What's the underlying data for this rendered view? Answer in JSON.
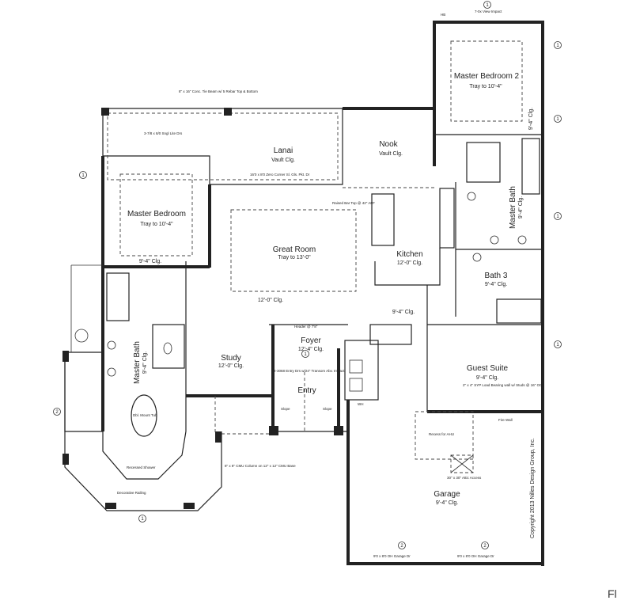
{
  "rooms": {
    "lanai": {
      "name": "Lanai",
      "ceiling": "Vault Clg."
    },
    "nook": {
      "name": "Nook",
      "ceiling": "Vault Clg."
    },
    "master_bedroom": {
      "name": "Master Bedroom",
      "ceiling": "Tray to 10'-4\"",
      "ceiling2": "9'-4\" Clg."
    },
    "master_bedroom_2": {
      "name": "Master Bedroom 2",
      "ceiling": "Tray to 10'-4\"",
      "ceiling2": "9'-4\" Clg."
    },
    "great_room": {
      "name": "Great Room",
      "ceiling": "Tray to 13'-0\"",
      "ceiling2": "12'-0\" Clg."
    },
    "kitchen": {
      "name": "Kitchen",
      "ceiling": "12'-0\" Clg."
    },
    "master_bath_2": {
      "name": "Master Bath",
      "ceiling": "9'-4\" Clg."
    },
    "bath_3": {
      "name": "Bath 3",
      "ceiling": "9'-4\" Clg."
    },
    "hall": {
      "ceiling": "9'-4\" Clg."
    },
    "guest_suite": {
      "name": "Guest Suite",
      "ceiling": "9'-4\" Clg."
    },
    "foyer": {
      "name": "Foyer",
      "ceiling": "12'-4\" Clg."
    },
    "entry": {
      "name": "Entry"
    },
    "study": {
      "name": "Study",
      "ceiling": "12'-0\" Clg."
    },
    "master_bath": {
      "name": "Master Bath",
      "ceiling": "9'-4\" Clg."
    },
    "garage": {
      "name": "Garage",
      "ceiling": "9'-4\" Clg."
    }
  },
  "notes": {
    "beam": "8\" x 16\" Conc. Tie Beam w/ 5 Rebar Top & Bottom",
    "lanai_door": "16'0 x 8'0 Zero Corner Sl. Gls. Pkt. Dr",
    "sgl_door": "3-7/8 x 8/0 Sngl Lite Drs",
    "raised_bar": "Raised Bar Top @ 42\" AFF",
    "view": "7-0x View Impact",
    "hb": "HB",
    "tub": "Dbl. Mount Tub",
    "recessed_shower": "Recessed Shower",
    "decorative_railing": "Decorative Railing",
    "cmu_column": "8\" x 8\" CMU Column on 12\" x 12\" CMU Base",
    "entry_door": "2-3068 Entry Drs w/24\" Transom Abv. Impact",
    "header": "Header @ 7'8\"",
    "slope1": "Slope",
    "slope2": "Slope",
    "bearing_wall": "2\" x 4\" SYP Load Bearing wall w/ Studs @ 16\" OC",
    "recess_ahu": "Recess for AHU",
    "attic_access": "30\" x 30\" Attic Access",
    "fire_wall": "Fire Wall",
    "garage_door_1": "9'0 x 8'0 OH Garage Dr",
    "garage_door_2": "9'0 x 8'0 OH Garage Dr",
    "wh": "WH",
    "copyright": "Copyright 2013 Nilles Design Group, Inc.",
    "sheet_title_fragment": "Fl"
  },
  "callouts": [
    "1",
    "1",
    "1",
    "1",
    "1",
    "1",
    "1",
    "1",
    "2",
    "2",
    "2"
  ]
}
